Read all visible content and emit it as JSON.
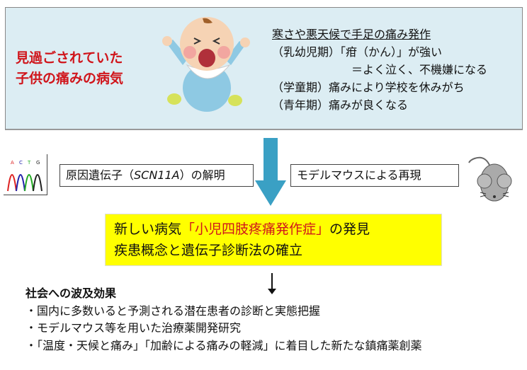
{
  "top_panel": {
    "headline": [
      "見過ごされていた",
      "子供の痛みの病気"
    ],
    "symptoms": {
      "title": "寒さや悪天候で手足の痛み発作",
      "lines": [
        "（乳幼児期）「疳（かん）」が強い",
        "＝よく泣く、不機嫌になる",
        "（学童期）痛みにより学校を休みがち",
        "（青年期）痛みが良くなる"
      ]
    },
    "image": "crying-baby"
  },
  "middle": {
    "dna_letters": [
      "A",
      "C",
      "T",
      "G"
    ],
    "gene_box": {
      "prefix": "原因遺伝子（",
      "gene": "SCN11A",
      "suffix": "）の解明"
    },
    "mouse_box": "モデルマウスによる再現",
    "arrow_color": "#3aa0c4"
  },
  "discovery": {
    "line1_prefix": "新しい病気",
    "disease": "「小児四肢疼痛発作症」",
    "line1_suffix": "の発見",
    "line2": "疾患概念と遺伝子診断法の確立"
  },
  "impact": {
    "heading": "社会への波及効果",
    "items": [
      "・国内に多数いると予測される潜在患者の診断と実態把握",
      "・モデルマウス等を用いた治療薬開発研究",
      "・「温度・天候と痛み」「加齢による痛みの軽減」に着目した新たな鎮痛薬創薬"
    ]
  }
}
